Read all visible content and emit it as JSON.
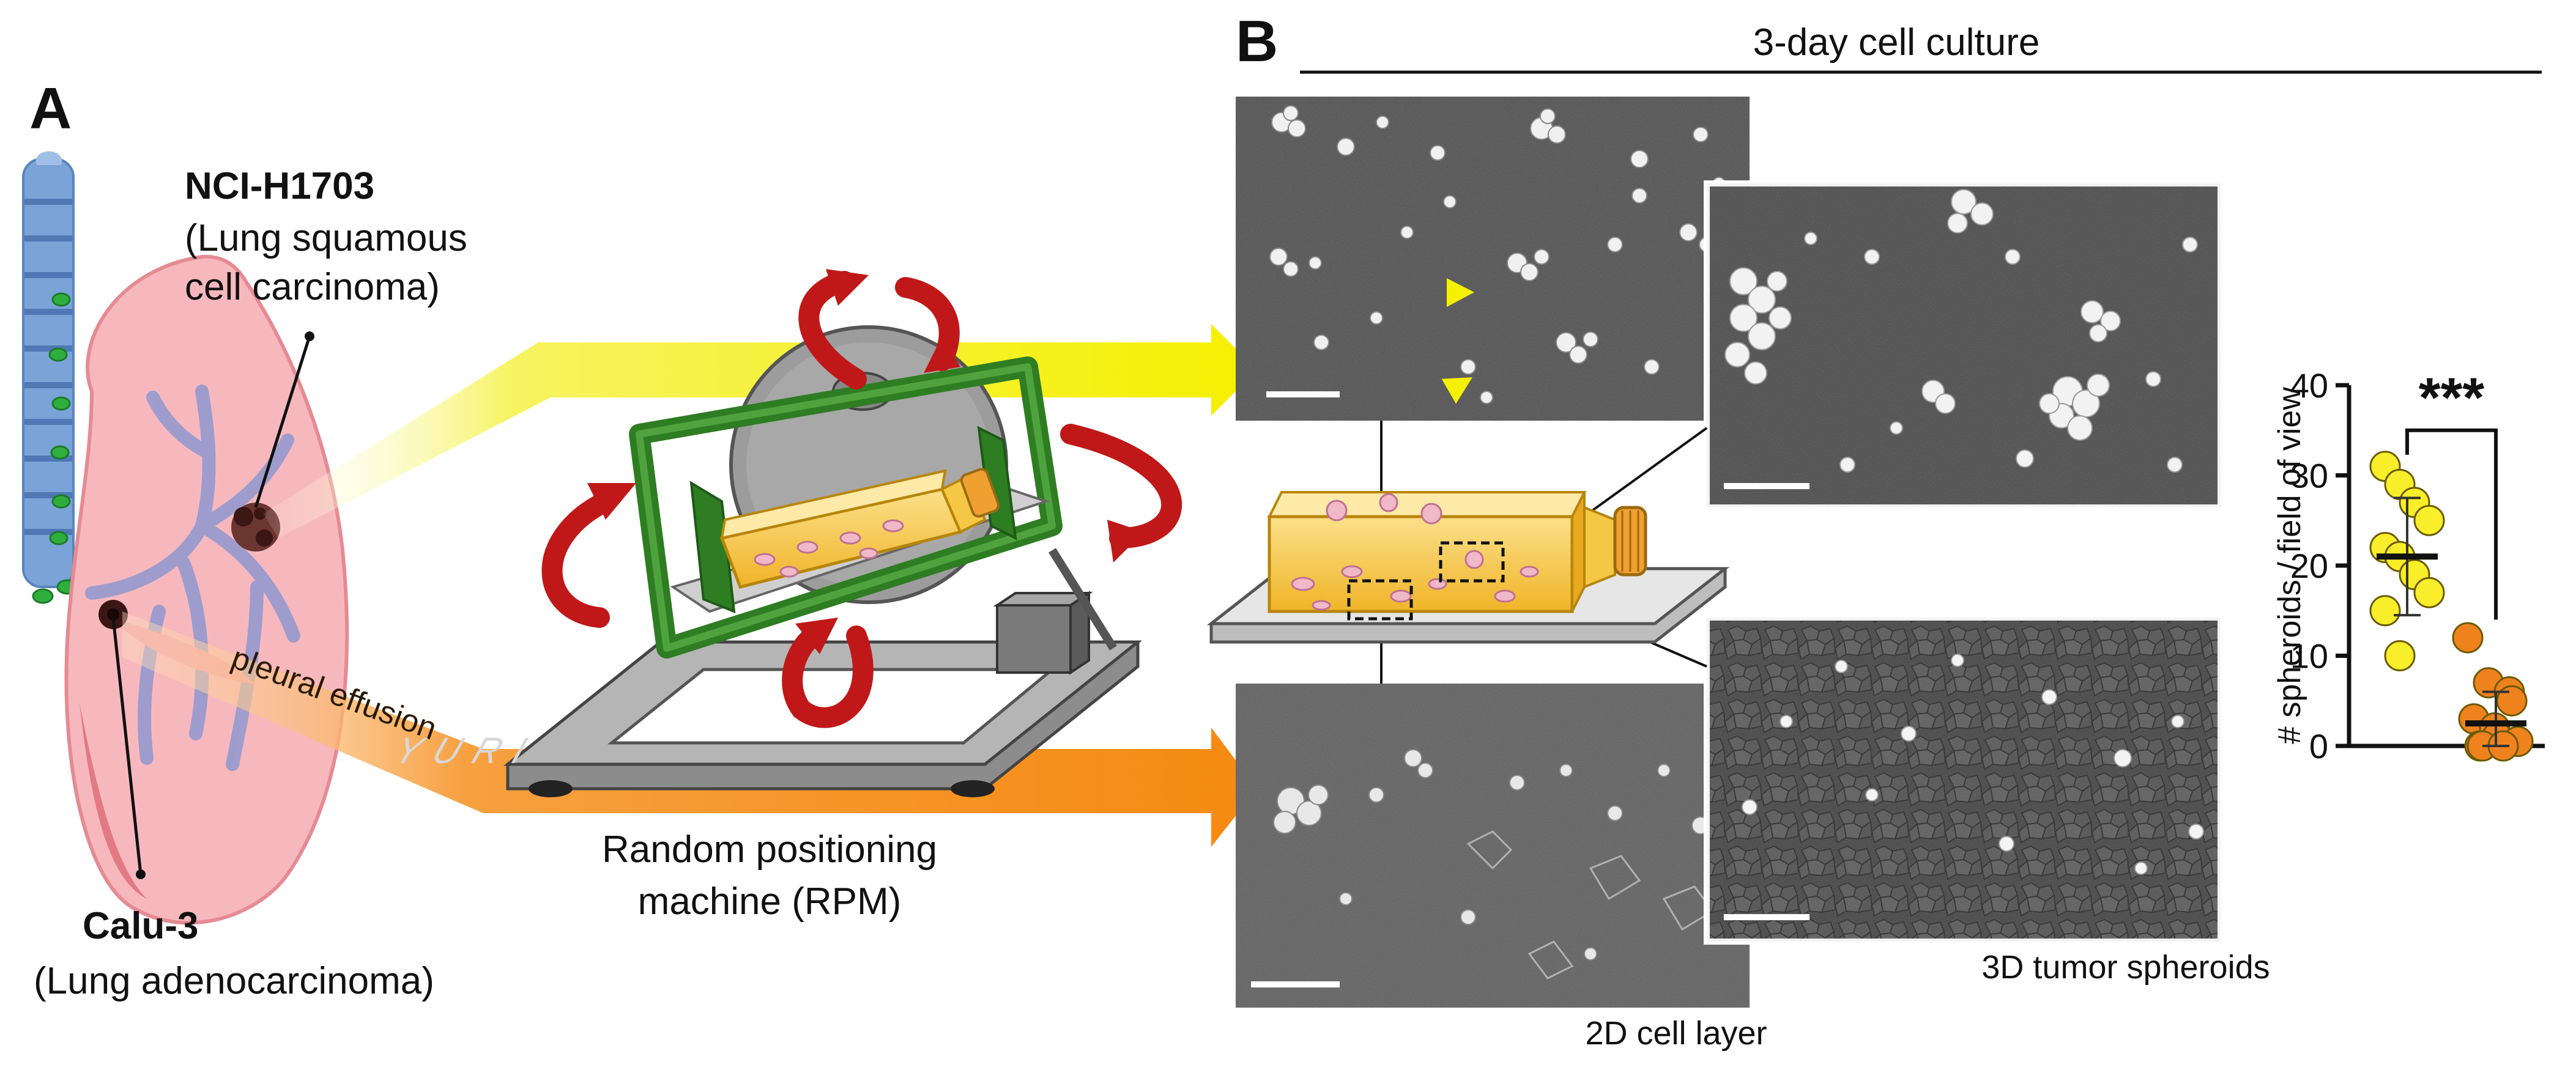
{
  "panel_a": {
    "letter": "A",
    "cell_line_1": {
      "name": "NCI-H1703",
      "desc_line1": "(Lung squamous",
      "desc_line2": "cell carcinoma)"
    },
    "cell_line_2": {
      "name": "Calu-3",
      "desc": "(Lung adenocarcinoma)"
    },
    "effusion_label": "pleural effusion",
    "machine_label_line1": "Random positioning",
    "machine_label_line2": "machine (RPM)",
    "machine_brand": "YURI"
  },
  "panel_b": {
    "letter": "B",
    "title": "3-day cell culture",
    "caption_2d": "2D cell layer",
    "caption_3d": "3D tumor spheroids"
  },
  "colors": {
    "yellow_arrow": "#f5f000",
    "orange_arrow": "#f58a10",
    "rpm_frame": "#2e7d22",
    "rotation_arrow": "#c01818",
    "flask": "#f6c645",
    "lung": "#f7b8bd",
    "trachea": "#6f9bd3",
    "chart_yellow": "#f8ef2a",
    "chart_orange": "#f0821e"
  },
  "chart_data": {
    "type": "scatter",
    "title": "",
    "xlabel": "",
    "ylabel": "# spheroids / field of view",
    "ylim": [
      0,
      40
    ],
    "yticks": [
      0,
      10,
      20,
      30,
      40
    ],
    "significance": "***",
    "series": [
      {
        "color": "#f8ef2a",
        "values": [
          31,
          29,
          27,
          25,
          22,
          21,
          19,
          17,
          15,
          10
        ],
        "mean": 21,
        "sd": 6.5
      },
      {
        "color": "#f0821e",
        "values": [
          12,
          7,
          6,
          5,
          3,
          2,
          1,
          0.5,
          0,
          0,
          0
        ],
        "mean": 2.5,
        "sd": 3.5
      }
    ]
  }
}
